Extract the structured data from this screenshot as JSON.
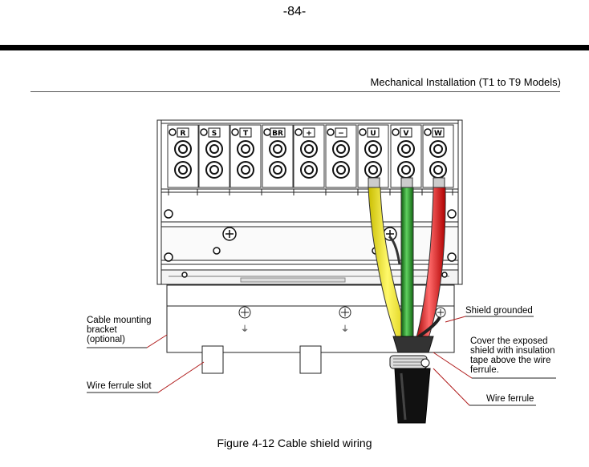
{
  "page_number": "-84-",
  "section_title": "Mechanical Installation (T1 to T9 Models)",
  "terminals": [
    "R",
    "S",
    "T",
    "BR",
    "+",
    "−",
    "U",
    "V",
    "W"
  ],
  "callouts": {
    "bracket": [
      "Cable mounting",
      "bracket",
      "(optional)"
    ],
    "ferrule_slot": "Wire ferrule slot",
    "shield_grounded": "Shield grounded",
    "cover": [
      "Cover the exposed",
      "shield with insulation",
      "tape above the wire",
      "ferrule."
    ],
    "wire_ferrule": "Wire ferrule"
  },
  "caption": "Figure 4-12 Cable shield wiring",
  "colors": {
    "red_leader": "#b01c1c",
    "wire_yellow": "#f2e500",
    "wire_green": "#1f8a1f",
    "wire_red": "#e01010",
    "cable": "#111111"
  }
}
